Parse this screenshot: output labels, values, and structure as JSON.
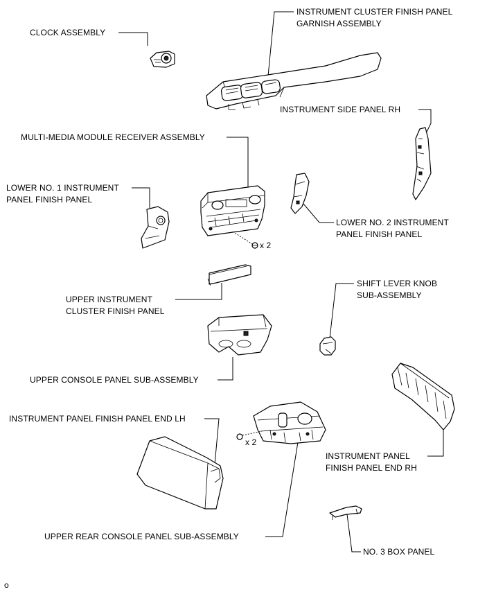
{
  "labels": {
    "cluster_garnish": [
      "INSTRUMENT CLUSTER FINISH PANEL",
      "GARNISH ASSEMBLY"
    ],
    "clock": "CLOCK ASSEMBLY",
    "side_panel_rh": "INSTRUMENT SIDE PANEL RH",
    "multimedia": "MULTI-MEDIA MODULE RECEIVER ASSEMBLY",
    "lower_no1": [
      "LOWER NO. 1 INSTRUMENT",
      "PANEL FINISH PANEL"
    ],
    "lower_no2": [
      "LOWER NO. 2 INSTRUMENT",
      "PANEL FINISH PANEL"
    ],
    "screw_qty_1": "x 2",
    "upper_cluster": [
      "UPPER INSTRUMENT",
      "CLUSTER FINISH PANEL"
    ],
    "shift_knob": [
      "SHIFT LEVER KNOB",
      "SUB-ASSEMBLY"
    ],
    "upper_console": "UPPER CONSOLE PANEL SUB-ASSEMBLY",
    "end_lh": "INSTRUMENT PANEL FINISH PANEL END LH",
    "screw_qty_2": "x 2",
    "end_rh": [
      "INSTRUMENT PANEL",
      "FINISH PANEL END RH"
    ],
    "upper_rear_console": "UPPER REAR CONSOLE PANEL SUB-ASSEMBLY",
    "no3_box": "NO. 3 BOX PANEL"
  },
  "figure_id": "o"
}
